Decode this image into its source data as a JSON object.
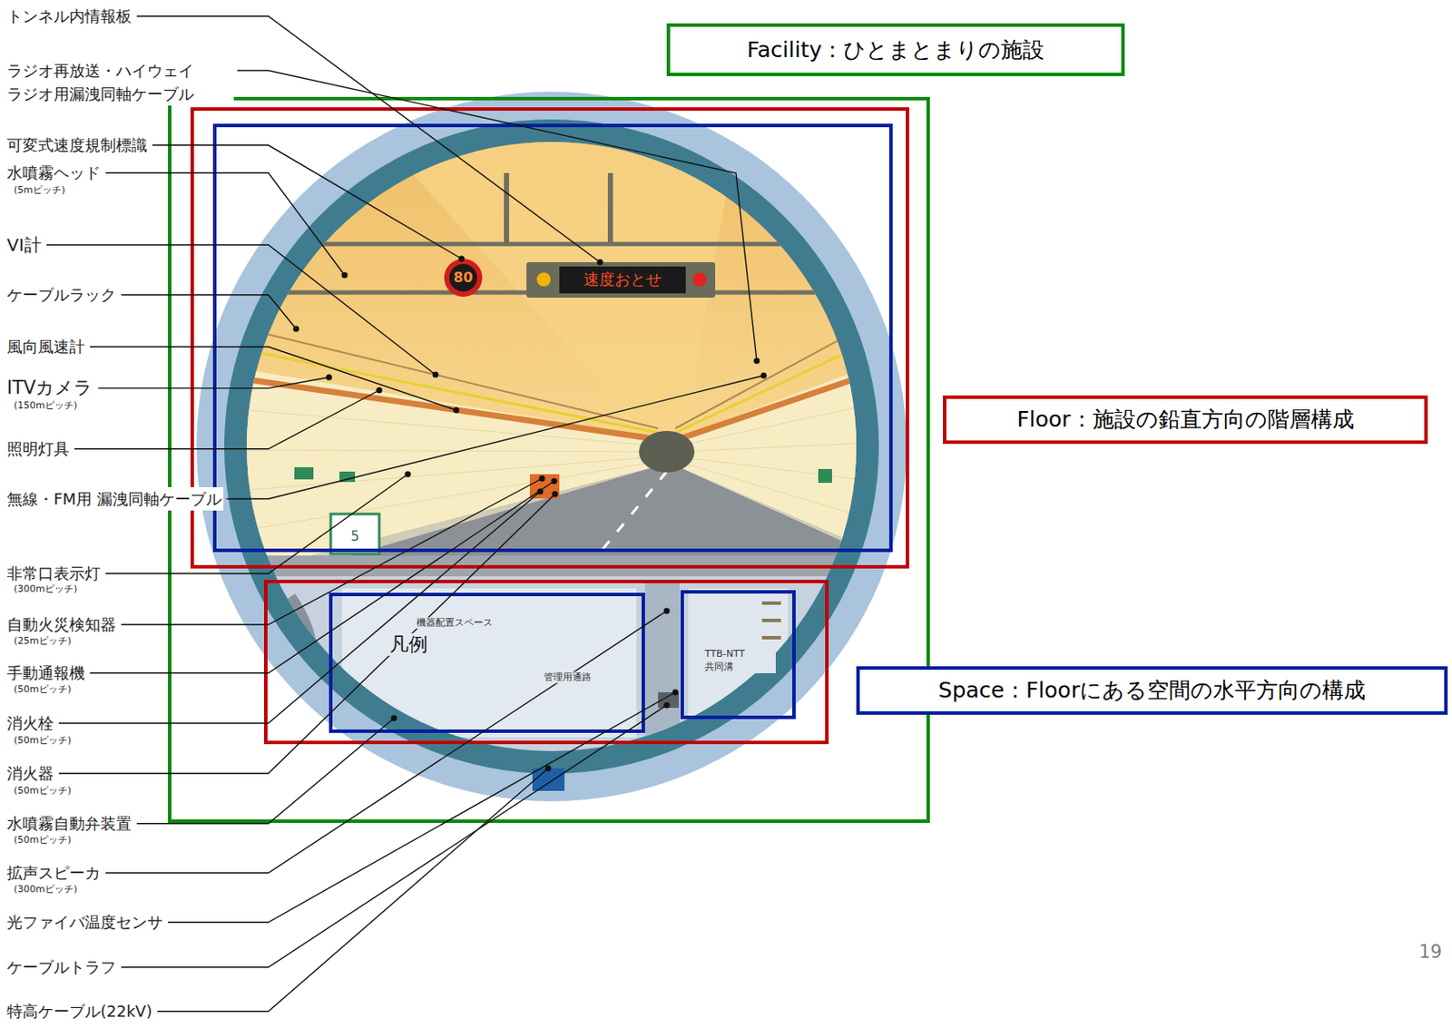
{
  "diagram": {
    "nodes": [
      {
        "text": [
          "Facility：ひとまとまりの施設"
        ]
      },
      {
        "text": [
          "Floor：施設の鉛直方向の階層構成"
        ]
      },
      {
        "text": [
          "Space：Floorにある空間の水平方向の構成"
        ]
      }
    ],
    "labels": [
      "トンネル内情報板",
      "ラジオ再放送・ハイウェイ ラジオ用漏洩同軸ケーブル",
      "可変式速度規制標識",
      "水噴霧ヘッド",
      "(5mピッチ)",
      "VI計",
      "ケーブルラック",
      "風向風速計",
      "ITVカメラ",
      "(150mピッチ)",
      "照明灯具",
      "無線・FM用 漏洩同軸ケーブル",
      "非常口表示灯",
      "(300mピッチ)",
      "自動火災検知器",
      "(25mピッチ)",
      "手動通報機",
      "(50mピッチ)",
      "消火栓",
      "(50mピッチ)",
      "消火器",
      "(50mピッチ)",
      "水噴霧自動弁装置",
      "(50mピッチ)",
      "拡声スピーカ",
      "(300mピッチ)",
      "光ファイバ温度センサ",
      "ケーブルトラフ",
      "特高ケーブル(22kV)",
      "80",
      "速度おとせ",
      "5",
      "機器配置スペース",
      "凡例",
      "管理用通路",
      "TTB-NTT 共同溝",
      "19"
    ]
  }
}
